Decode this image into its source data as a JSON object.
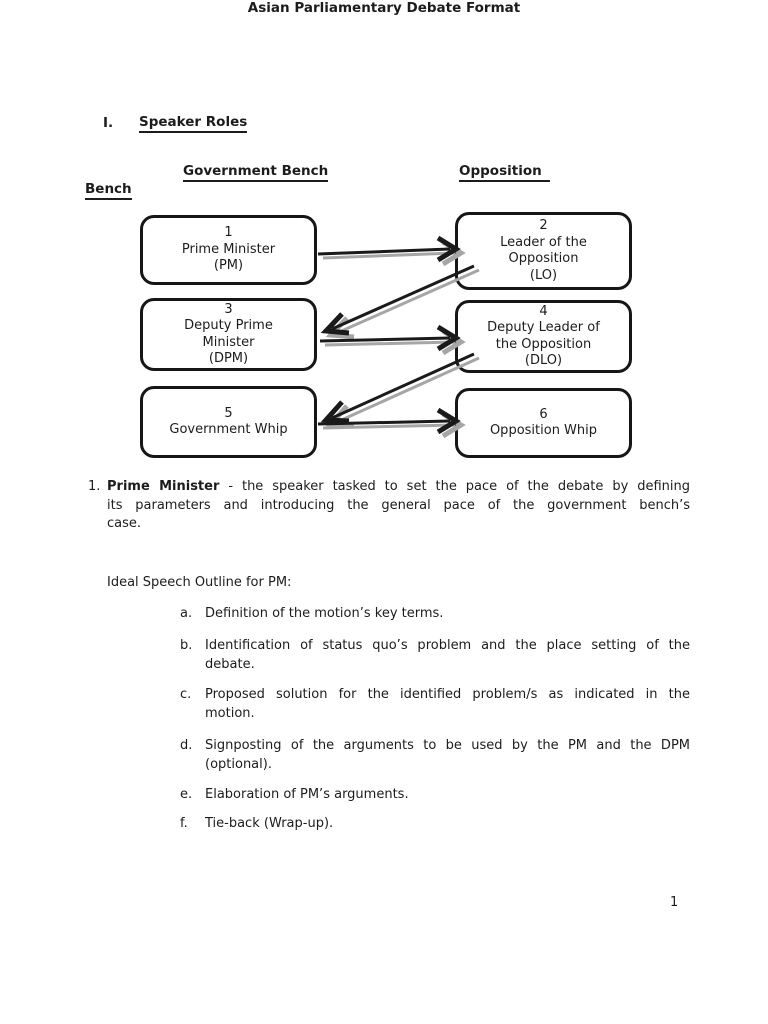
{
  "title": "Asian Parliamentary Debate Format",
  "section": {
    "numeral": "I.",
    "heading": "Speaker Roles"
  },
  "bench_headers": {
    "government": "Government Bench",
    "opposition_first_line": "Opposition",
    "opposition_wrapped_word": "Bench"
  },
  "diagram": {
    "line_color": "#1a1a1a",
    "shadow_color": "#a6a6a6",
    "boxes": [
      {
        "id": "pm",
        "text": "1\nPrime Minister\n(PM)"
      },
      {
        "id": "lo",
        "text": "2\nLeader of the\nOpposition\n(LO)"
      },
      {
        "id": "dpm",
        "text": "3\nDeputy Prime\nMinister\n(DPM)"
      },
      {
        "id": "dlo",
        "text": "4\nDeputy Leader of\nthe Opposition\n(DLO)"
      },
      {
        "id": "gw",
        "text": "5\nGovernment Whip"
      },
      {
        "id": "ow",
        "text": "6\nOpposition Whip"
      }
    ]
  },
  "body": {
    "item_number": "1.",
    "term": "Prime Minister",
    "line1_rest": " - the speaker tasked to set the pace of the debate by defining",
    "line2": "its parameters and introducing the general pace of the government bench’s",
    "line3": "case.",
    "outline_heading": "Ideal Speech Outline for PM:",
    "items": [
      {
        "marker": "a.",
        "line1": "Definition of the motion’s key terms.",
        "line2": ""
      },
      {
        "marker": "b.",
        "line1": "Identification of status quo’s problem and the place setting of the",
        "line2": "debate."
      },
      {
        "marker": "c.",
        "line1": "Proposed solution for the identified problem/s as indicated in the",
        "line2": "motion."
      },
      {
        "marker": "d.",
        "line1": "Signposting of the arguments to be used by the PM and the DPM",
        "line2": "(optional)."
      },
      {
        "marker": "e.",
        "line1": "Elaboration of PM’s arguments.",
        "line2": ""
      },
      {
        "marker": "f.",
        "line1": "Tie-back (Wrap-up).",
        "line2": ""
      }
    ]
  },
  "page": {
    "number": "1"
  }
}
